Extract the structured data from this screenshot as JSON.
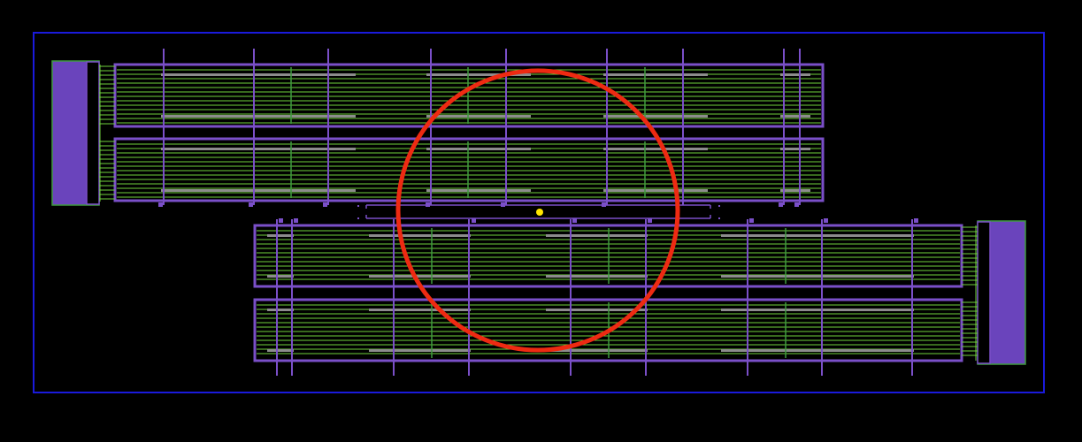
{
  "colors": {
    "background": "#000000",
    "boundary": "#1a1adc",
    "metal": "#7a4fc8",
    "metal_fill": "#6a44bc",
    "poly": "#6fd23c",
    "poly_dark": "#3f9a3f",
    "gray_bar": "#8c8c8c",
    "highlight_circle": "#ee2a12",
    "marker": "#ffe600"
  },
  "elements": {
    "boundary_box": "outline-boundary",
    "finger_blocks": 4,
    "contact_pads": 2,
    "highlight": "highlight-circle",
    "marker": "marker-dot"
  }
}
